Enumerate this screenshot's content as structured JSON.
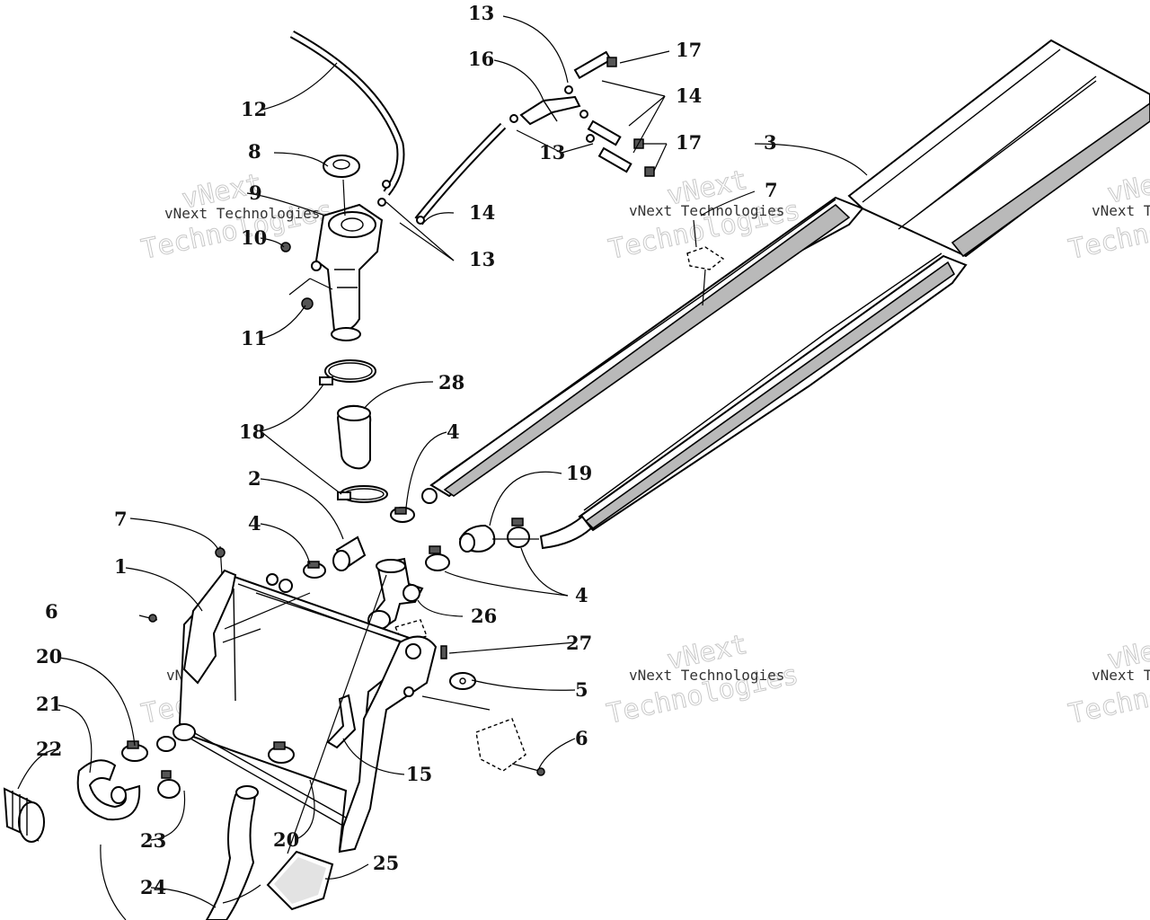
{
  "diagram": {
    "callouts": {
      "c1": "1",
      "c2": "2",
      "c3": "3",
      "c4a": "4",
      "c4b": "4",
      "c4c": "4",
      "c5": "5",
      "c6a": "6",
      "c6b": "6",
      "c7a": "7",
      "c7b": "7",
      "c8": "8",
      "c9": "9",
      "c10": "10",
      "c11": "11",
      "c12": "12",
      "c13a": "13",
      "c13b": "13",
      "c13c": "13",
      "c14a": "14",
      "c14b": "14",
      "c15": "15",
      "c16": "16",
      "c17a": "17",
      "c17b": "17",
      "c18": "18",
      "c19": "19",
      "c20a": "20",
      "c20b": "20",
      "c21": "21",
      "c22": "22",
      "c23": "23",
      "c24": "24",
      "c25": "25",
      "c26": "26",
      "c27": "27",
      "c28": "28"
    },
    "watermark": {
      "line1": "vNext",
      "line2": "Technologies",
      "small": "vNext Technologies"
    },
    "colors": {
      "ink": "#000000",
      "paper": "#ffffff",
      "watermark": "#c9c9c9"
    }
  }
}
